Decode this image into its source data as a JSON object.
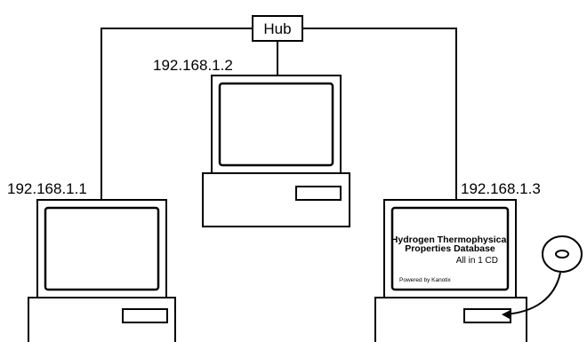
{
  "hub": {
    "label": "Hub"
  },
  "computers": [
    {
      "ip": "192.168.1.1"
    },
    {
      "ip": "192.168.1.2"
    },
    {
      "ip": "192.168.1.3"
    }
  ],
  "screen_content": {
    "line1": "Hydrogen Thermophysical",
    "line2": "Properties Database",
    "line3": "All in 1 CD",
    "footer": "Powered by Kanotix"
  }
}
